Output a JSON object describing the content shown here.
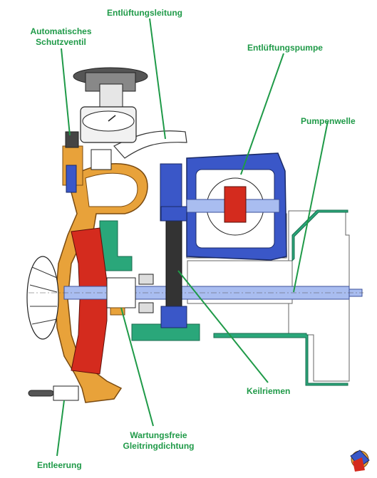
{
  "labels": {
    "vent_line": "Entlüftungsleitung",
    "safety_valve_line1": "Automatisches",
    "safety_valve_line2": "Schutzventil",
    "vent_pump": "Entlüftungspumpe",
    "pump_shaft": "Pumpenwelle",
    "v_belt": "Keilriemen",
    "seal_line1": "Wartungsfreie",
    "seal_line2": "Gleitringdichtung",
    "drain": "Entleerung"
  },
  "colors": {
    "label_green": "#1f9a48",
    "casing_orange": "#e8a23a",
    "vent_pump_blue": "#3a57c8",
    "shaft_blue": "#a9bdf0",
    "impeller_red": "#d42b1e",
    "frame_green": "#2aa77a",
    "outline": "#222222"
  }
}
